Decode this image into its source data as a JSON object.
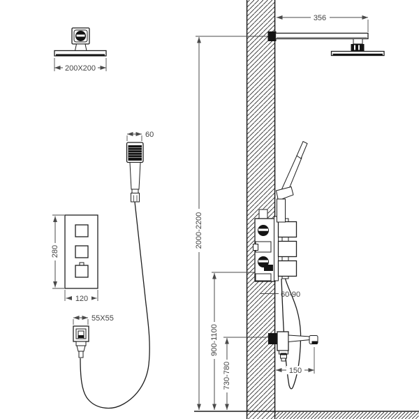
{
  "drawing": {
    "background": "#ffffff",
    "line_color": "#1f1f1f",
    "dim_color": "#444444"
  },
  "labels": {
    "overhead_shower_size": "200X200",
    "shower_arm_length": "356",
    "handshower_width": "60",
    "mixer_panel_height": "280",
    "mixer_panel_width": "120",
    "wall_outlet_size": "55X55",
    "shower_arm_mount_height": "2000-2200",
    "valve_mount_height": "900-1100",
    "spout_mount_height": "730-780",
    "embed_depth": "60-90",
    "spout_reach": "150"
  }
}
